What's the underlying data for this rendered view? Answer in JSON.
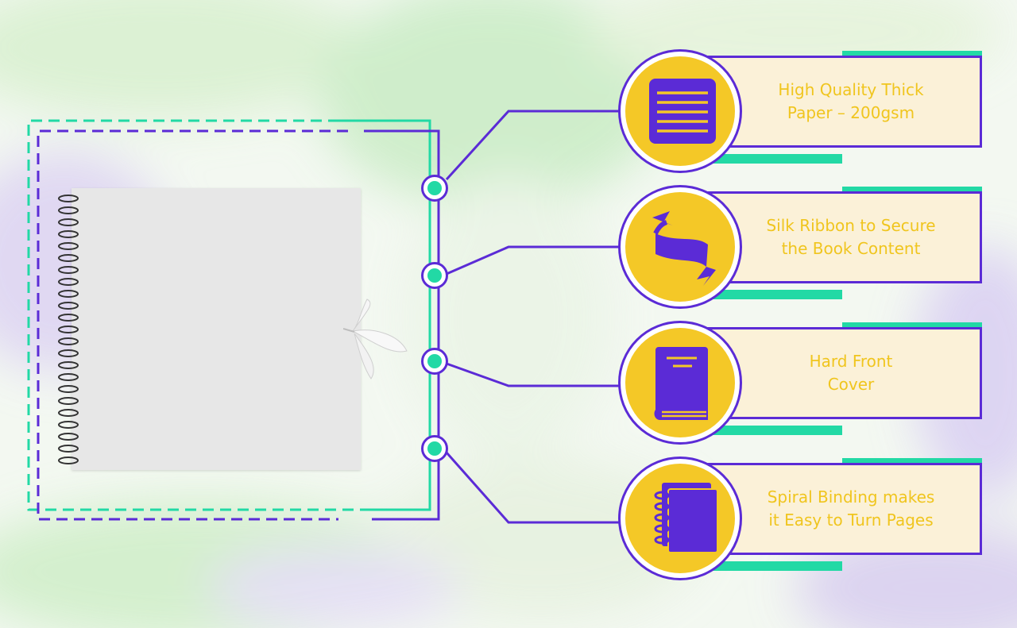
{
  "colors": {
    "accent_purple": "#5b2bd6",
    "accent_teal": "#22d9a5",
    "accent_yellow": "#f4c827",
    "label_yellow": "#f0c51e",
    "box_fill": "#fbf1d8"
  },
  "product": {
    "image_name": "white scrapbook with spiral binding and silk ribbon"
  },
  "features": [
    {
      "label": "High Quality Thick\nPaper – 200gsm",
      "icon": "lined-paper-icon"
    },
    {
      "label": "Silk Ribbon to Secure\nthe Book Content",
      "icon": "ribbon-banner-icon"
    },
    {
      "label": "Hard Front\nCover",
      "icon": "book-icon"
    },
    {
      "label": "Spiral Binding makes\nit Easy to Turn Pages",
      "icon": "spiral-notebook-icon"
    }
  ]
}
